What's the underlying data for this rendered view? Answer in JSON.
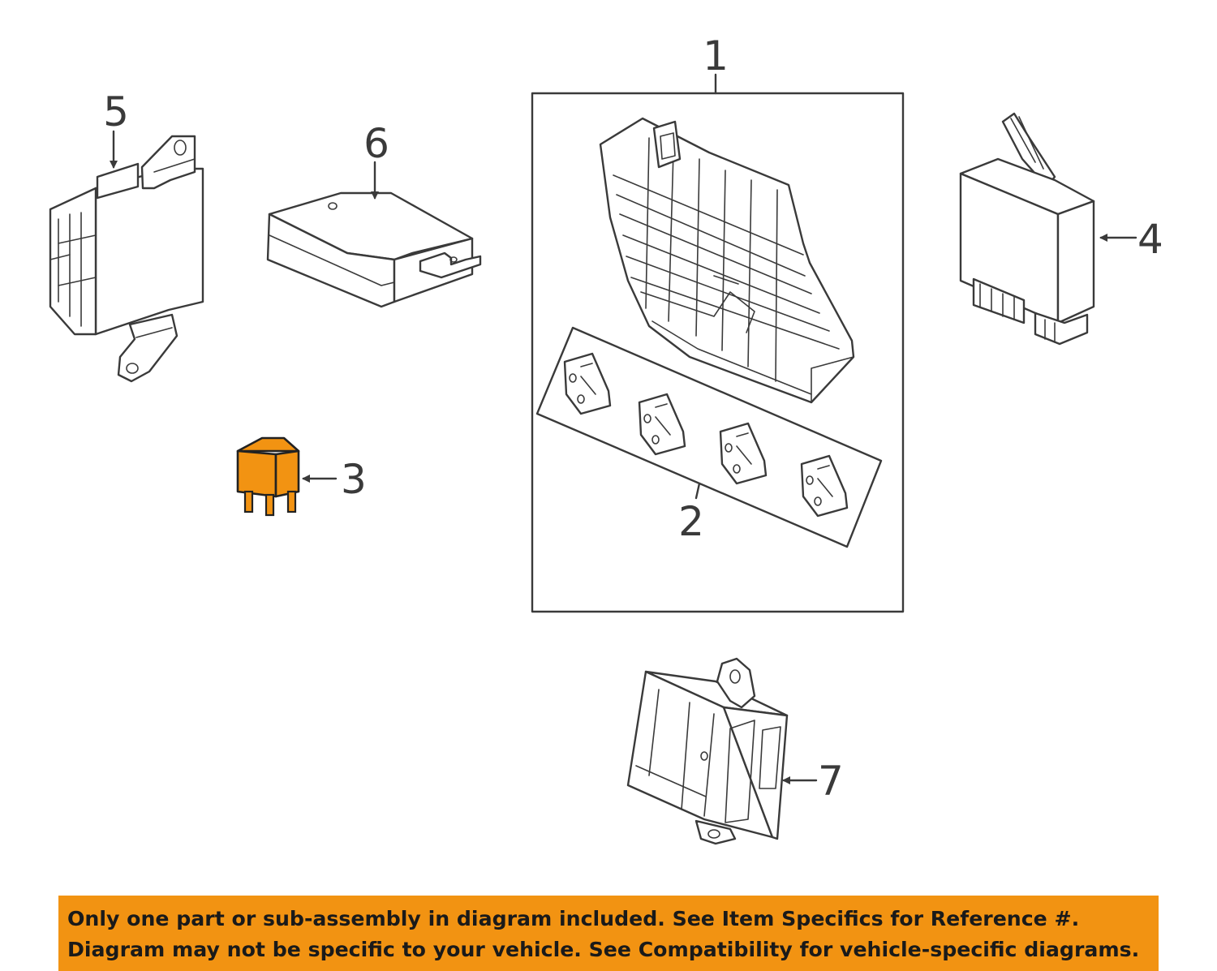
{
  "callouts": {
    "c1": "1",
    "c2": "2",
    "c3": "3",
    "c4": "4",
    "c5": "5",
    "c6": "6",
    "c7": "7"
  },
  "colors": {
    "highlight_part": "#f29312",
    "banner_background": "#f29312",
    "line_art": "#3a3a3a"
  },
  "notice": {
    "line1": "Only one part or sub-assembly in diagram included. See Item Specifics for Reference #.",
    "line2": "Diagram may not be specific to your vehicle. See Compatibility for vehicle-specific diagrams."
  }
}
